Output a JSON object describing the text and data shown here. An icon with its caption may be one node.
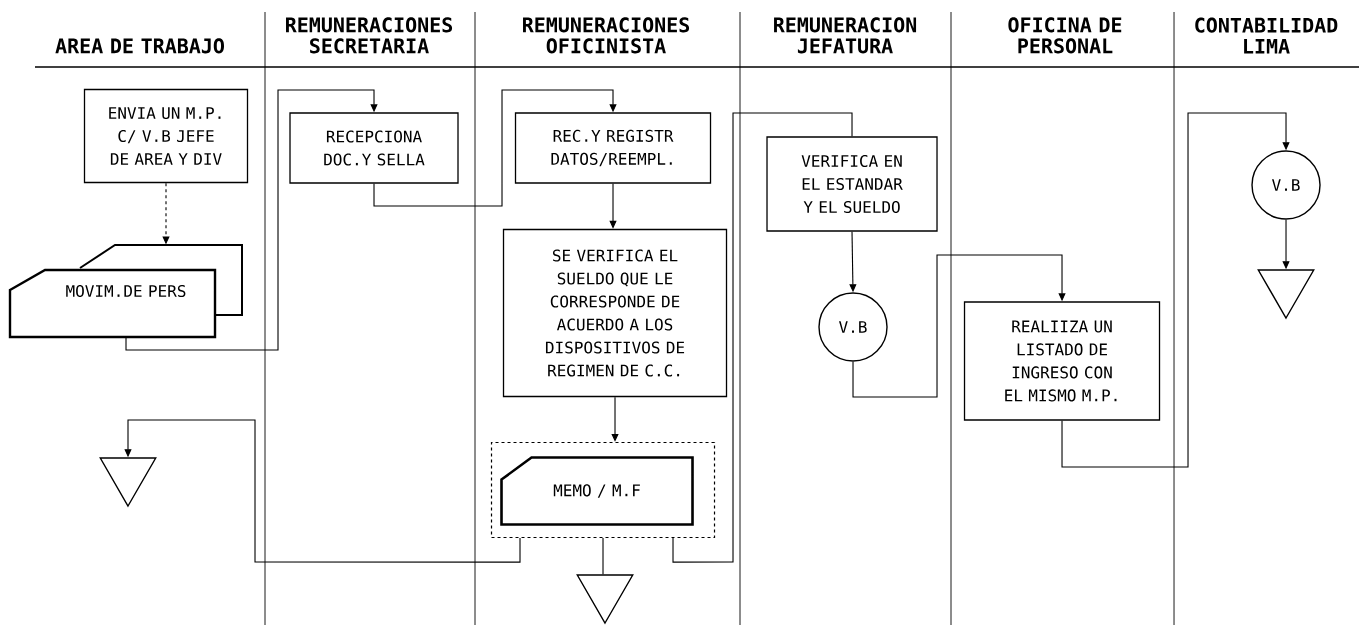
{
  "diagram": {
    "nodes": [
      {
        "text": [
          "ENVIA UN M.P. C/ V.B JEFE DE AREA Y DIV"
        ]
      },
      {
        "text": [
          "MOVIM.DE PERS"
        ]
      },
      {
        "text": [],
        "shape": "triangle"
      },
      {
        "text": [
          "RECEPCIONA DOC.Y SELLA"
        ]
      },
      {
        "text": [
          "REC.Y REGISTR DATOS/REEMPL."
        ]
      },
      {
        "text": [
          "SE VERIFICA EL SUELDO QUE LE CORRESPONDE DE ACUERDO A LOS DISPOSITIVOS DE REGIMEN DE C.C."
        ]
      },
      {
        "text": [],
        "shape": "box"
      },
      {
        "text": [
          "MEMO / M.F"
        ],
        "in": 6
      },
      {
        "text": [],
        "shape": "triangle"
      },
      {
        "text": [
          "VERIFICA EN EL ESTANDAR Y EL SUELDO"
        ]
      },
      {
        "text": [
          "V.B"
        ]
      },
      {
        "text": [
          "REALIIZA UN LISTADO DE INGRESO CON EL MISMO M.P."
        ]
      },
      {
        "text": [
          "V.B"
        ]
      },
      {
        "text": [],
        "shape": "triangle"
      }
    ],
    "edges": [
      {
        "from": 0,
        "to": 1,
        "arrow": "to",
        "style": "dashed"
      },
      {
        "from": 1,
        "to": 3,
        "arrow": "to"
      },
      {
        "from": 3,
        "to": 4,
        "arrow": "to"
      },
      {
        "from": 4,
        "to": 5,
        "arrow": "to"
      },
      {
        "from": 5,
        "to": 6,
        "arrow": "to"
      },
      {
        "from": 6,
        "to": 8,
        "arrow": "none"
      },
      {
        "from": 6,
        "to": 2,
        "arrow": "to"
      },
      {
        "from": 6,
        "to": 9,
        "arrow": "none"
      },
      {
        "from": 9,
        "to": 10,
        "arrow": "to"
      },
      {
        "from": 10,
        "to": 11,
        "arrow": "to"
      },
      {
        "from": 11,
        "to": 12,
        "arrow": "to"
      },
      {
        "from": 12,
        "to": 13,
        "arrow": "to"
      }
    ],
    "labels": [
      "AREA DE TRABAJO",
      "REMUNERACIONES SECRETARIA",
      "REMUNERACIONES OFICINISTA",
      "REMUNERACION JEFATURA",
      "OFICINA DE PERSONAL",
      "CONTABILIDAD LIMA"
    ]
  }
}
